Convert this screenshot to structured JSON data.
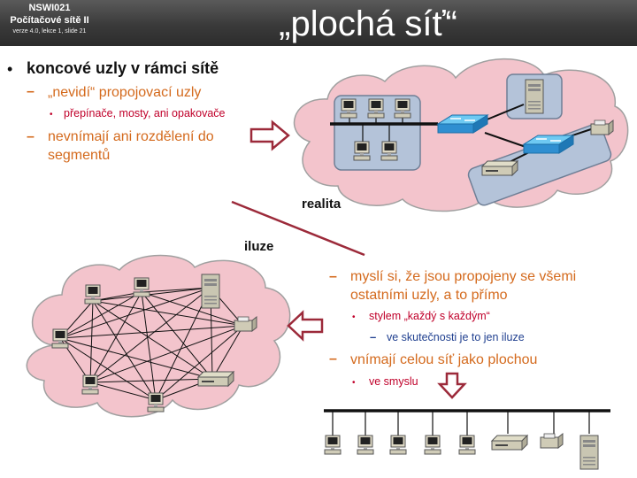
{
  "header": {
    "course_code": "NSWI021",
    "course_name": "Počítačové sítě II",
    "version_line": "verze 4.0, lekce 1, slide 21",
    "title": "„plochá síť“"
  },
  "bullets_top": {
    "main": "koncové uzly v rámci sítě",
    "sub1": "„nevidí“ propojovací uzly",
    "sub1_detail": "přepínače, mosty, ani opakovače",
    "sub2_line1": "nevnímají ani rozdělení do",
    "sub2_line2": "segmentů"
  },
  "labels": {
    "reality": "realita",
    "illusion": "iluze"
  },
  "bullets_bottom": {
    "sub1_line1": "myslí si, že jsou propojeny se všemi",
    "sub1_line2": "ostatními uzly, a to přímo",
    "sub1_detail": "stylem „každý s každým“",
    "sub1_detail2": "ve skutečnosti je to jen iluze",
    "sub2": "vnímají celou síť jako plochou",
    "sub2_detail": "ve smyslu"
  },
  "colors": {
    "accent_orange": "#d46a1d",
    "arrow_red": "#9c2a3a",
    "cloud_fill": "#f3c4cc",
    "level4_blue": "#1f3f8f"
  },
  "icons": [
    "workstation-icon",
    "switch-icon",
    "server-icon",
    "printer-icon",
    "cloud-icon",
    "arrow-right-icon",
    "arrow-left-icon",
    "arrow-down-icon"
  ]
}
